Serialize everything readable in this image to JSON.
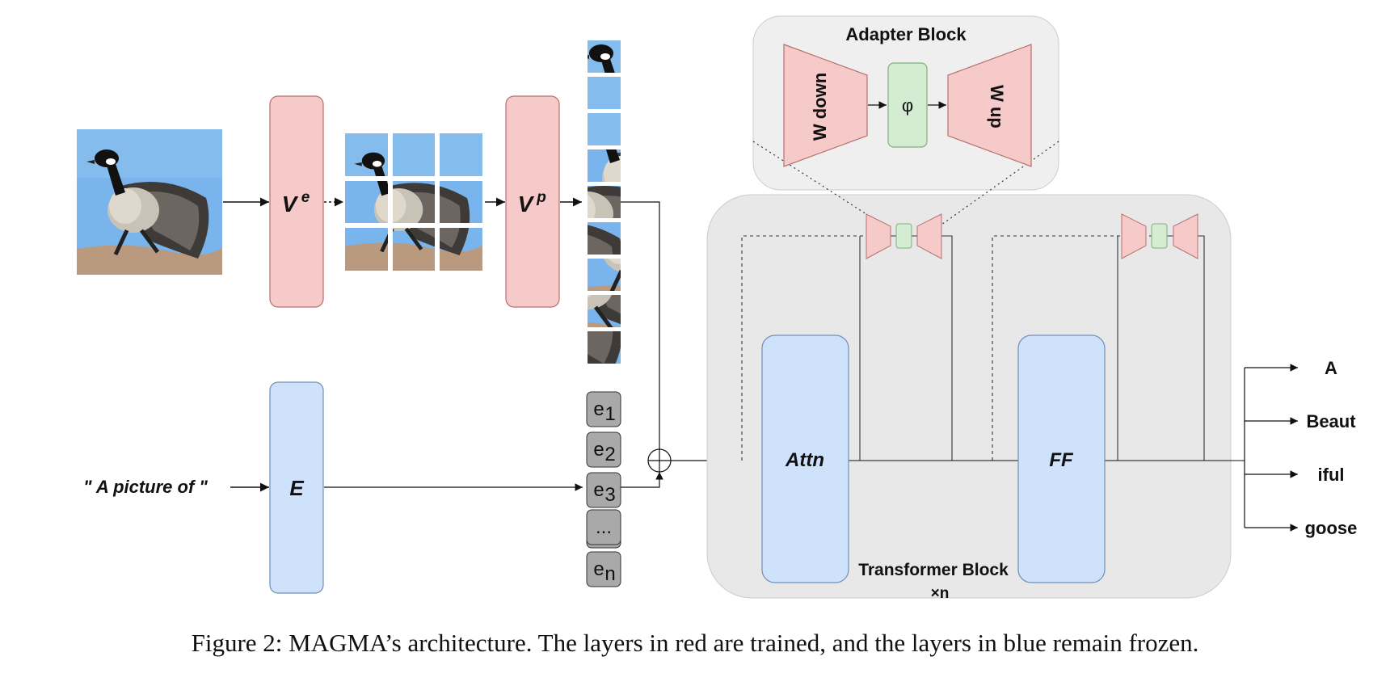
{
  "figure": {
    "caption": "Figure 2: MAGMA’s architecture. The layers in red are trained, and the layers in blue remain frozen.",
    "colors": {
      "trained_fill": "#f7caca",
      "trained_stroke": "#b86f6f",
      "frozen_fill": "#cfe2fb",
      "frozen_stroke": "#6f8fb8",
      "adapter_mid_fill": "#d4ecd1",
      "adapter_mid_stroke": "#7fb07a",
      "panel_fill": "#e8e8e8",
      "adapter_panel_fill": "#efefef",
      "token_fill": "#a9a9a9",
      "sky": "#79b4ec",
      "ground": "#b99a7e"
    }
  },
  "vision": {
    "encoder_label": "V",
    "encoder_sup": "e",
    "prefix_label": "V",
    "prefix_sup": "p"
  },
  "text": {
    "prompt": "\" A picture of \"",
    "embedding_label": "E",
    "tokens": [
      {
        "base": "e",
        "sub": "1"
      },
      {
        "base": "e",
        "sub": "2"
      },
      {
        "base": "e",
        "sub": "3"
      },
      {
        "base": "...",
        "sub": ""
      },
      {
        "base": "e",
        "sub": "n"
      }
    ]
  },
  "adapter": {
    "title": "Adapter Block",
    "w_down": "W down",
    "phi": "φ",
    "w_up": "W up"
  },
  "transformer": {
    "title": "Transformer Block",
    "repeat": "×n",
    "attn_label": "Attn",
    "ff_label": "FF"
  },
  "outputs": [
    "A",
    "Beaut",
    "iful",
    "goose"
  ]
}
